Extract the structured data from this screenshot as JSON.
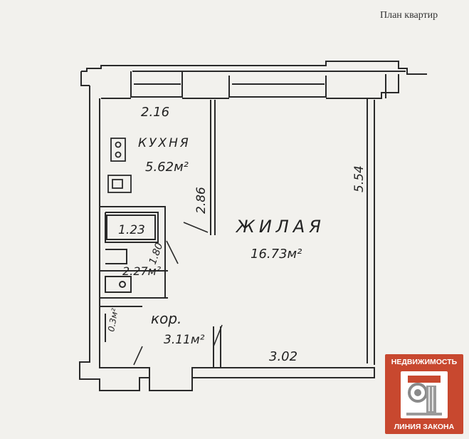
{
  "header": {
    "title": "План квартир"
  },
  "rooms": {
    "kitchen": {
      "name": "КУХНЯ",
      "area": "5.62м²"
    },
    "living": {
      "name": "ЖИЛАЯ",
      "area": "16.73м²"
    },
    "bathroom": {
      "area": "2.27м²"
    },
    "corridor": {
      "name": "кор.",
      "area": "3.11м²"
    },
    "closet": {
      "area": "0.3м²"
    }
  },
  "dimensions": {
    "kitchen_width": "2.16",
    "kitchen_length": "2.86",
    "living_length": "5.54",
    "living_width": "3.02",
    "bath_width": "1.23",
    "bath_length": "1.80"
  },
  "logo": {
    "top_text": "НЕДВИЖИМОСТЬ",
    "bottom_text": "ЛИНИЯ ЗАКОНА",
    "color": "#c8482f"
  }
}
